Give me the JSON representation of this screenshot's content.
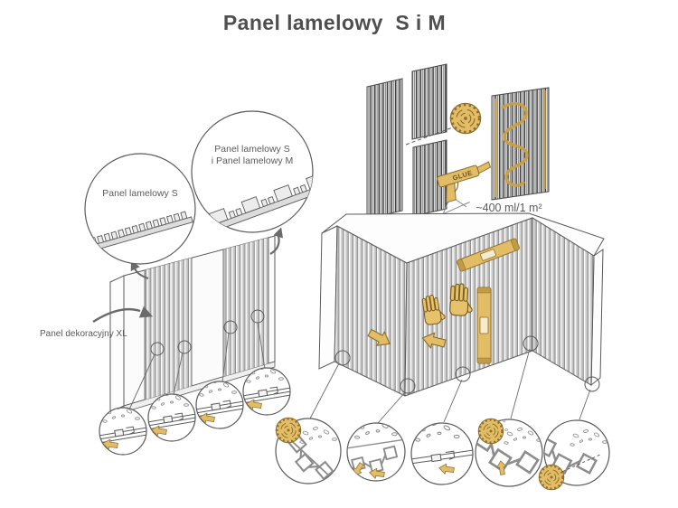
{
  "title": "Panel lamelowy  S i M",
  "colors": {
    "accent_gold": "#e2bd66",
    "gold_outline": "#8d6e2f",
    "glue_gold": "#c9a145",
    "outline_gray": "#5a5a5a",
    "text_gray": "#5a5a5a",
    "background": "#ffffff"
  },
  "callouts": {
    "panel_s": {
      "label": "Panel lamelowy S"
    },
    "panel_s_and_m": {
      "line1": "Panel lamelowy S",
      "line2": "i Panel lamelowy M"
    }
  },
  "labels": {
    "decorative_panel": "Panel dekoracyjny XL",
    "glue_gun": "GLUE",
    "glue_coverage": "~400 ml/1 m²"
  },
  "icons": {
    "saw_blade": "circular-saw-blade-icon",
    "glue_gun": "glue-gun-icon",
    "hands": "pressing-hands-icon",
    "spirit_level": "spirit-level-icon",
    "direction_arrow": "gold-direction-arrow-icon"
  }
}
